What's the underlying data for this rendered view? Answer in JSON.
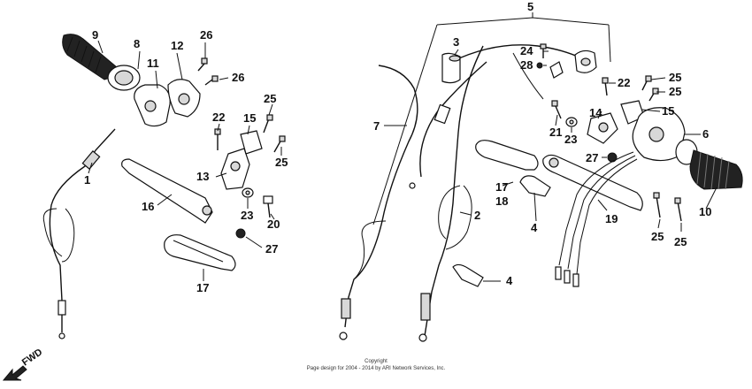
{
  "callouts": {
    "c1": "1",
    "c2": "2",
    "c3": "3",
    "c4a": "4",
    "c4b": "4",
    "c5": "5",
    "c6": "6",
    "c7": "7",
    "c8": "8",
    "c9": "9",
    "c10": "10",
    "c11": "11",
    "c12": "12",
    "c13": "13",
    "c14": "14",
    "c15a": "15",
    "c15b": "15",
    "c16": "16",
    "c17a": "17",
    "c17b": "17",
    "c18": "18",
    "c19": "19",
    "c20": "20",
    "c21": "21",
    "c22a": "22",
    "c22b": "22",
    "c23a": "23",
    "c23b": "23",
    "c24": "24",
    "c25a": "25",
    "c25b": "25",
    "c25c": "25",
    "c25d": "25",
    "c25e": "25",
    "c25f": "25",
    "c26a": "26",
    "c26b": "26",
    "c27a": "27",
    "c27b": "27",
    "c28": "28"
  },
  "fwd_label": "FWD",
  "copyright": {
    "line1": "Copyright",
    "line2": "Page design for 2004 - 2014 by ARI Network Services, Inc."
  }
}
